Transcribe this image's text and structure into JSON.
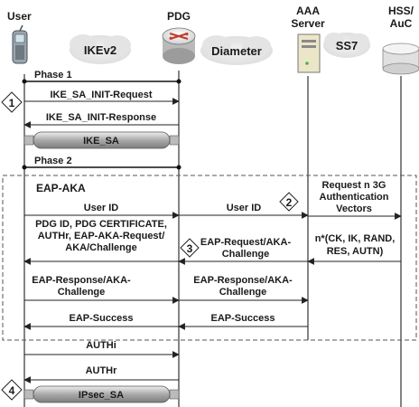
{
  "entities": {
    "user": "User",
    "pdg": "PDG",
    "aaa": [
      "AAA",
      "Server"
    ],
    "hss": [
      "HSS/",
      "AuC"
    ]
  },
  "protocols": {
    "ikev2": "IKEv2",
    "diameter": "Diameter",
    "ss7": "SS7"
  },
  "phases": {
    "phase1": "Phase 1",
    "phase2": "Phase 2"
  },
  "group": {
    "eap_aka": "EAP-AKA"
  },
  "steps": [
    "1",
    "2",
    "3",
    "4"
  ],
  "tunnels": {
    "ike_sa": "IKE_SA",
    "ipsec_sa": "IPsec_SA"
  },
  "messages": {
    "ike_init_req": "IKE_SA_INIT-Request",
    "ike_init_resp": "IKE_SA_INIT-Response",
    "user_id_1": "User ID",
    "user_id_2": "User ID",
    "request_vectors": [
      "Request n 3G",
      "Authentication",
      "Vectors"
    ],
    "pdg_block": [
      "PDG ID, PDG CERTIFICATE,",
      "AUTHr, EAP-AKA-Request/",
      "AKA/Challenge"
    ],
    "eap_req_challenge": [
      "EAP-Request/AKA-",
      "Challenge"
    ],
    "vectors_resp": [
      "n*(CK, IK, RAND,",
      "RES, AUTN)"
    ],
    "eap_resp_left": [
      "EAP-Response/AKA-",
      "Challenge"
    ],
    "eap_resp_right": [
      "EAP-Response/AKA-",
      "Challenge"
    ],
    "eap_success_left": "EAP-Success",
    "eap_success_right": "EAP-Success",
    "authi": "AUTHi",
    "authr": "AUTHr"
  },
  "colors": {
    "ink": "#1a1a1a",
    "cloud": "#e6e6e6",
    "tunnel": "#a9a9a9",
    "router": "#c0392b"
  }
}
